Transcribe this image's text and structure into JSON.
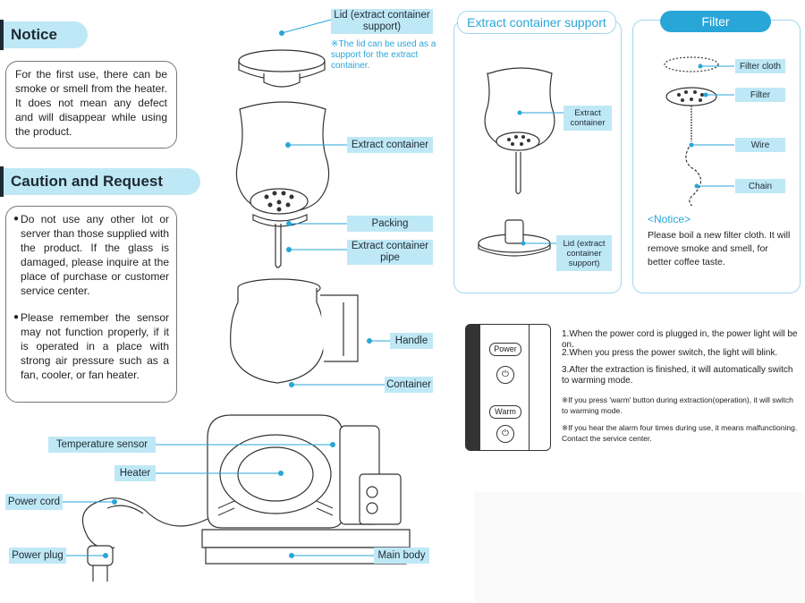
{
  "notice": {
    "title": "Notice",
    "text": "For the first use, there can be smoke or smell from the heater. It does not mean any defect and will disappear while using the product."
  },
  "caution": {
    "title": "Caution and Request",
    "items": [
      "Do not use any other lot or server than those supplied with the product. If the glass is damaged, please inquire at the place of purchase or customer service center.",
      "Please remember the sensor may not function properly, if it is operated in a place with strong air pressure such as a fan, cooler, or fan heater."
    ]
  },
  "parts": {
    "lid": "Lid (extract container support)",
    "lid_note": "※The lid can be used as a support for the extract container.",
    "extract_container": "Extract container",
    "packing": "Packing",
    "extract_pipe": "Extract container pipe",
    "handle": "Handle",
    "container": "Container",
    "temperature_sensor": "Temperature sensor",
    "heater": "Heater",
    "power_cord": "Power cord",
    "power_plug": "Power plug",
    "main_body": "Main body"
  },
  "support_panel": {
    "title": "Extract container support",
    "extract_container": "Extract container",
    "lid_support": "Lid (extract container support)"
  },
  "filter_panel": {
    "title": "Filter",
    "filter_cloth": "Filter cloth",
    "filter": "Filter",
    "wire": "Wire",
    "chain": "Chain",
    "notice_title": "<Notice>",
    "notice_text": "Please boil a new filter cloth. It will remove smoke and smell, for better coffee taste."
  },
  "control_panel": {
    "power_label": "Power",
    "warm_label": "Warm"
  },
  "instructions": [
    "1.When the power cord is plugged in, the power light will be on.",
    "2.When you press the power switch, the light will blink.",
    "3.After the extraction is finished, it will automatically switch to warming mode."
  ],
  "instruction_notes": [
    "※If you press 'warm' button during extraction(operation), it will switch to warming mode.",
    "※If you hear the alarm four times during use, it means malfunctioning. Contact the service center."
  ],
  "colors": {
    "accent": "#29a6d8",
    "label_bg": "#bfe8f6",
    "dark": "#1e2a33"
  }
}
